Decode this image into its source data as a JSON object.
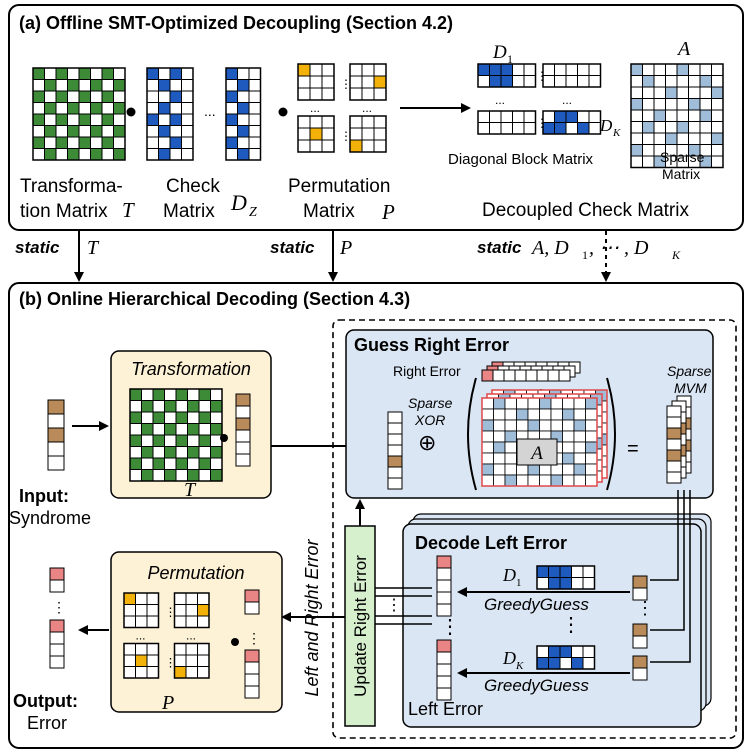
{
  "colors": {
    "green": "#3d8b37",
    "blue": "#1f5bbf",
    "yellow": "#f2b20a",
    "lightblue": "#9fbdd9",
    "brown": "#b98a5a",
    "pink": "#e98585",
    "panel_yellow": "#fdf2d5",
    "panel_blue": "#dbe6f4",
    "panel_green": "#d6efcd"
  },
  "icons": [
    "bullet-dot",
    "ellipsis",
    "oplus",
    "down-arrow",
    "right-arrow",
    "left-arrow",
    "up-arrow"
  ],
  "section_a": {
    "title": "(a) Offline SMT-Optimized Decoupling (Section 4.2)",
    "transformation_line1": "Transforma-",
    "transformation_line2": "tion Matrix",
    "transformation_sym": "T",
    "check_line1": "Check",
    "check_line2": "Matrix",
    "check_sym": "D",
    "check_sub": "Z",
    "permutation_line1": "Permutation",
    "permutation_line2": "Matrix",
    "permutation_sym": "P",
    "d1_label": "D",
    "d1_sub": "1",
    "dk_label": "D",
    "dk_sub": "K",
    "a_label": "A",
    "diag_caption": "Diagonal Block Matrix",
    "sparse_line1": "Sparse",
    "sparse_line2": "Matrix",
    "decoupled_caption": "Decoupled Check Matrix",
    "dots": "...",
    "bullet": "•"
  },
  "connectors": {
    "static_word": "static",
    "t_sym": "T",
    "p_sym": "P",
    "a_expr": "A, D",
    "sub1": "1",
    "mid": ", ⋯ , D",
    "subk": "K"
  },
  "section_b": {
    "title": "(b) Online Hierarchical Decoding (Section 4.3)",
    "transformation_title": "Transformation",
    "transformation_sym": "T",
    "input_label": "Input:",
    "input_value": "Syndrome",
    "guess_title": "Guess Right Error",
    "right_error": "Right Error",
    "sparse_xor_1": "Sparse",
    "sparse_xor_2": "XOR",
    "sparse_mvm_1": "Sparse",
    "sparse_mvm_2": "MVM",
    "oplus": "⊕",
    "a_sym": "A",
    "equals": "=",
    "decode_title": "Decode Left Error",
    "d1": "D",
    "d1_sub": "1",
    "dk": "D",
    "dk_sub": "K",
    "greedy1": "GreedyGuess",
    "greedy2": "GreedyGuess",
    "left_error": "Left Error",
    "update_right": "Update Right Error",
    "left_and_right": "Left and Right Error",
    "permutation_title": "Permutation",
    "permutation_sym": "P",
    "output_label": "Output:",
    "output_value": "Error",
    "vdots": "⋮",
    "dots": "..."
  }
}
